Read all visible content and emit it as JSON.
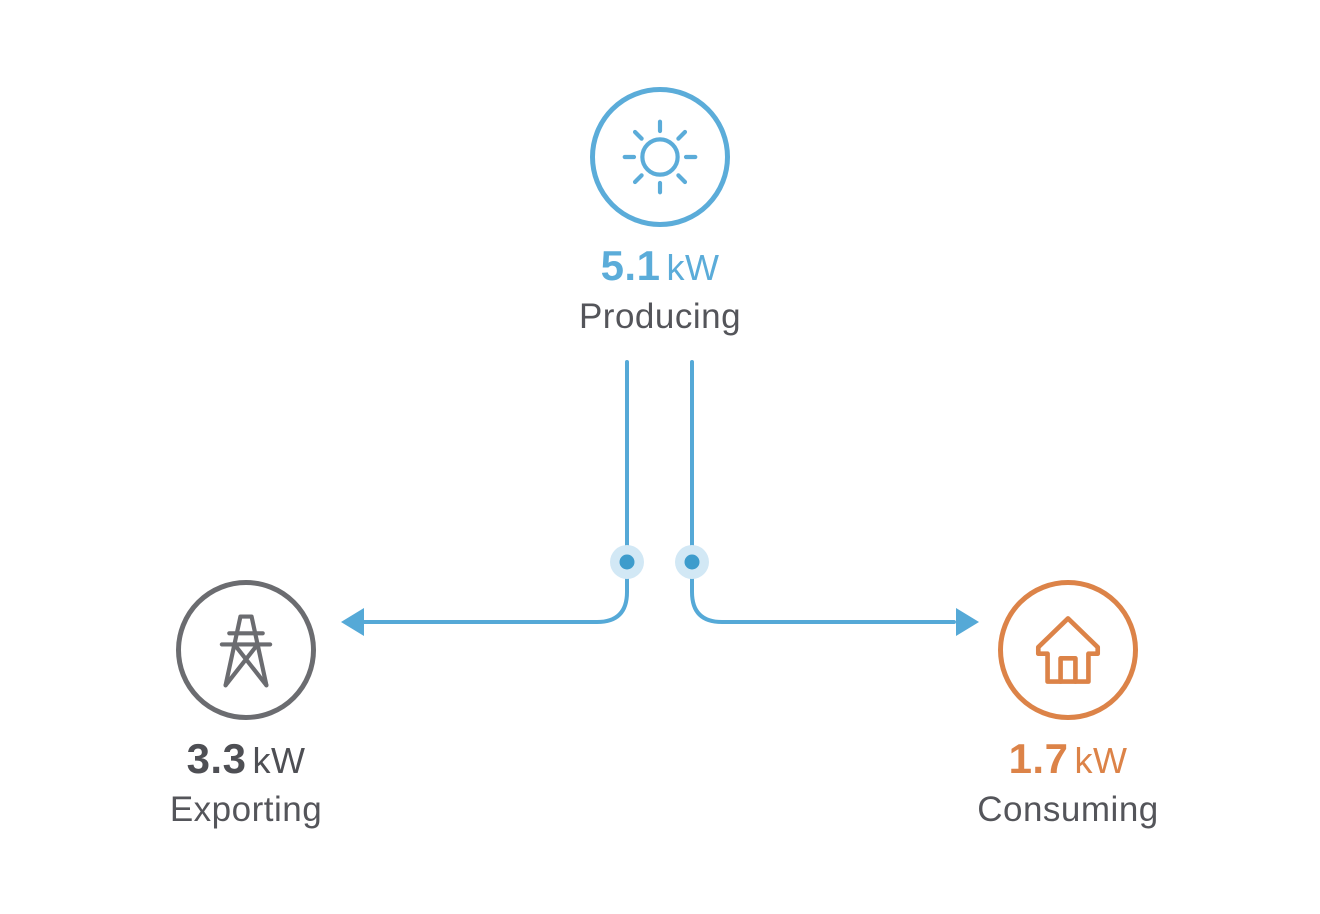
{
  "page": {
    "background": "#ffffff",
    "description": "Solar energy flow diagram"
  },
  "colors": {
    "page-bg": "#ffffff",
    "flow-blue": "#55a9d7",
    "dot-blue": "#3d9ccc",
    "dot-halo": "#d2e8f5",
    "solar-accent": "#5bacd9",
    "grid-accent": "#6b6c70",
    "home-accent": "#dc8348",
    "value-gray": "#4e4f54",
    "label-gray": "#54555a"
  },
  "nodes": {
    "solar": {
      "value": "5.1",
      "unit": "kW",
      "label": "Producing",
      "icon": "sun-icon"
    },
    "grid": {
      "value": "3.3",
      "unit": "kW",
      "label": "Exporting",
      "icon": "power-tower-icon"
    },
    "home": {
      "value": "1.7",
      "unit": "kW",
      "label": "Consuming",
      "icon": "house-icon"
    }
  },
  "flows": [
    {
      "name": "solar-to-grid",
      "from": "solar",
      "to": "grid",
      "direction": "left"
    },
    {
      "name": "solar-to-home",
      "from": "solar",
      "to": "home",
      "direction": "right"
    }
  ]
}
